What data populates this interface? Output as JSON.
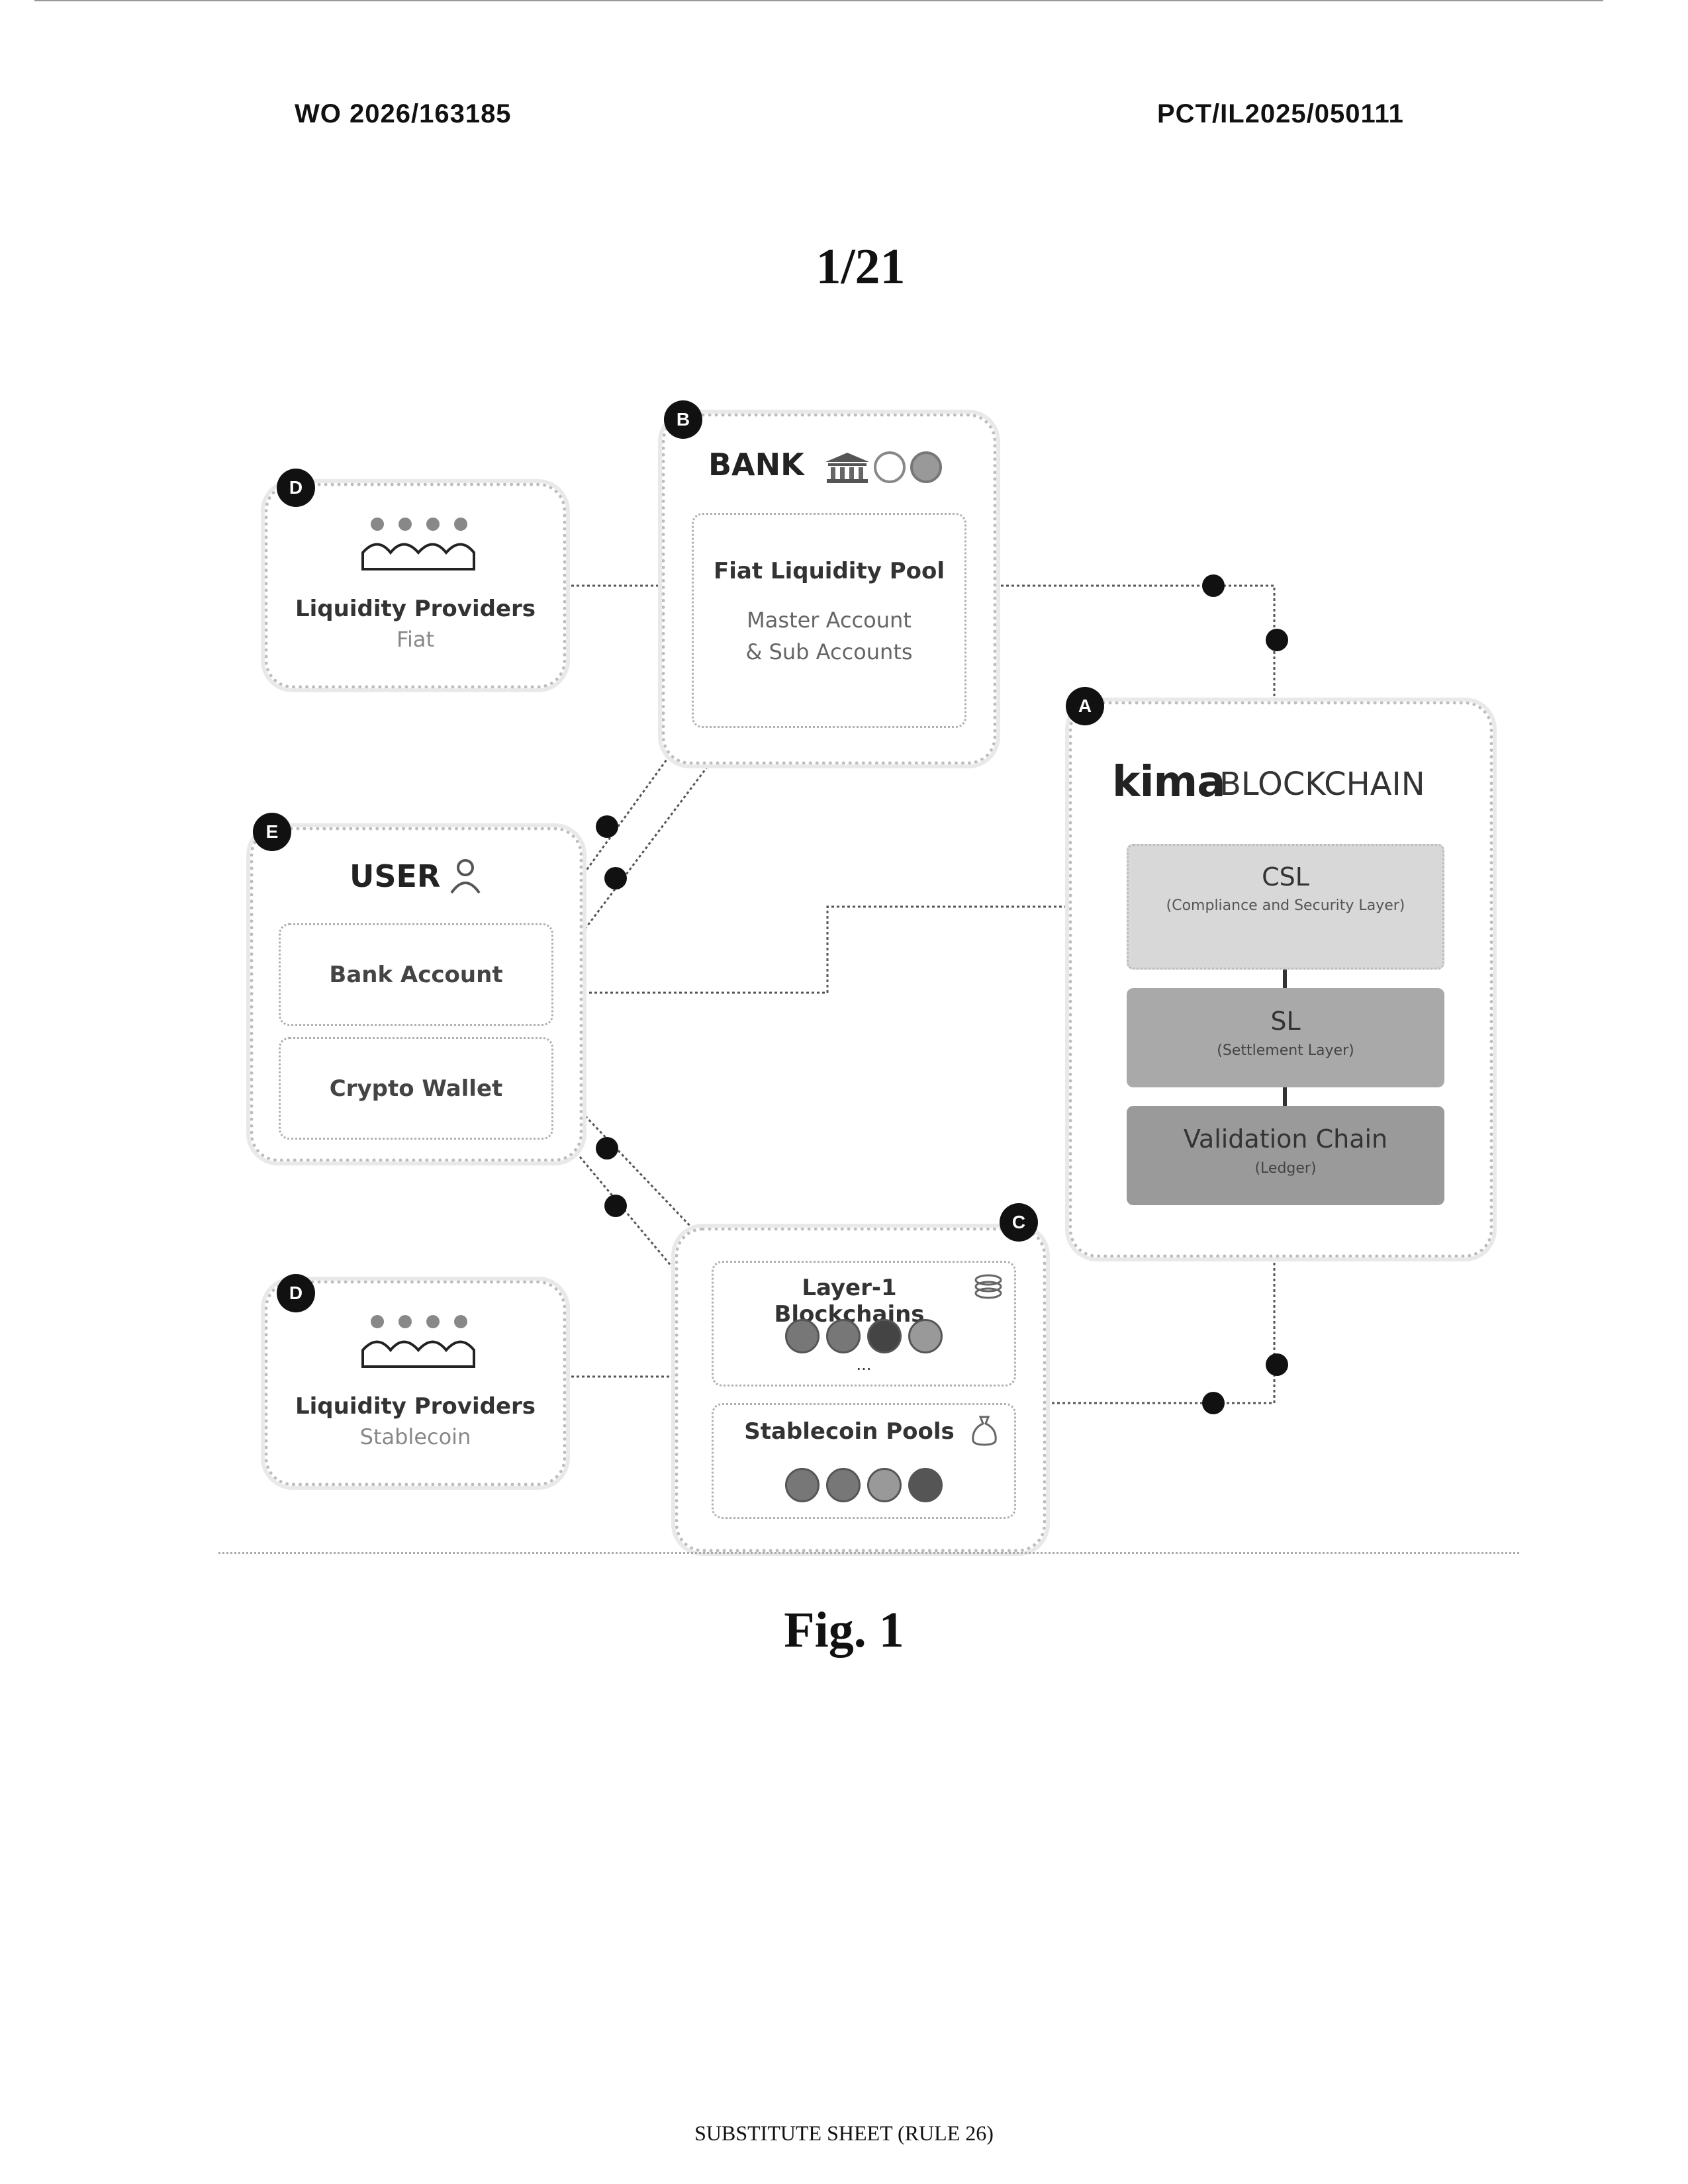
{
  "header": {
    "publication_number": "WO 2026/163185",
    "application_number": "PCT/IL2025/050111",
    "sheet_number": "1/21"
  },
  "nodes": {
    "bank": {
      "badge": "B",
      "title": "BANK",
      "pool_title": "Fiat Liquidity Pool",
      "pool_line1": "Master Account",
      "pool_line2": "& Sub Accounts"
    },
    "lp_fiat": {
      "badge": "D",
      "title": "Liquidity Providers",
      "subtitle": "Fiat"
    },
    "lp_stable": {
      "badge": "D",
      "title": "Liquidity Providers",
      "subtitle": "Stablecoin"
    },
    "user": {
      "badge": "E",
      "title": "USER",
      "bank_account": "Bank Account",
      "crypto_wallet": "Crypto Wallet"
    },
    "kima": {
      "badge": "A",
      "brand": "kima",
      "title": "BLOCKCHAIN",
      "csl_title": "CSL",
      "csl_subtitle": "(Compliance and Security Layer)",
      "sl_title": "SL",
      "sl_subtitle": "(Settlement Layer)",
      "vc_title": "Validation Chain",
      "vc_subtitle": "(Ledger)"
    },
    "chains": {
      "badge": "C",
      "l1_title": "Layer-1 Blockchains",
      "ellipsis": "...",
      "pools_title": "Stablecoin Pools"
    }
  },
  "icons": [
    "people-group-icon",
    "bank-building-icon",
    "dollar-coin-icon",
    "euro-coin-icon",
    "user-icon",
    "coin-stack-icon",
    "money-bag-icon",
    "crypto-coin-icon"
  ],
  "colors": {
    "ink": "#111111",
    "csl": "#d8d8d8",
    "sl": "#a9a9a9",
    "vc": "#9a9a9a",
    "card_border": "#bdbdbd"
  },
  "figure_label": "Fig. 1",
  "footer": "SUBSTITUTE SHEET (RULE 26)"
}
